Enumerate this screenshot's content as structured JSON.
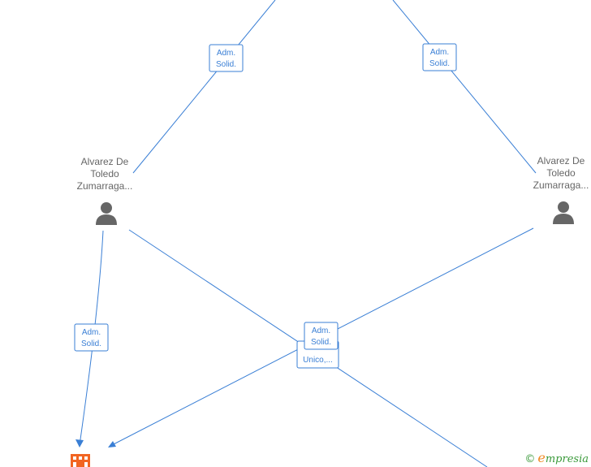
{
  "nodes": {
    "person_left": {
      "label_lines": [
        "Alvarez De",
        "Toledo",
        "Zumarraga..."
      ]
    },
    "person_right": {
      "label_lines": [
        "Alvarez De",
        "Toledo",
        "Zumarraga..."
      ]
    }
  },
  "edge_labels": {
    "top_left": [
      "Adm.",
      "Solid."
    ],
    "top_right": [
      "Adm.",
      "Solid."
    ],
    "left_down": [
      "Adm.",
      "Solid."
    ],
    "center_upper": [
      "Adm.",
      "Solid."
    ],
    "center_lower": [
      "Unico,..."
    ]
  },
  "branding": {
    "copyright": "©",
    "initial": "e",
    "rest": "mpresia"
  },
  "colors": {
    "edge": "#3a7fd5",
    "person": "#666666",
    "company": "#f26522",
    "label_text": "#666666"
  },
  "icons": {
    "person": "person-icon",
    "company": "building-icon",
    "copyright": "copyright-icon"
  }
}
